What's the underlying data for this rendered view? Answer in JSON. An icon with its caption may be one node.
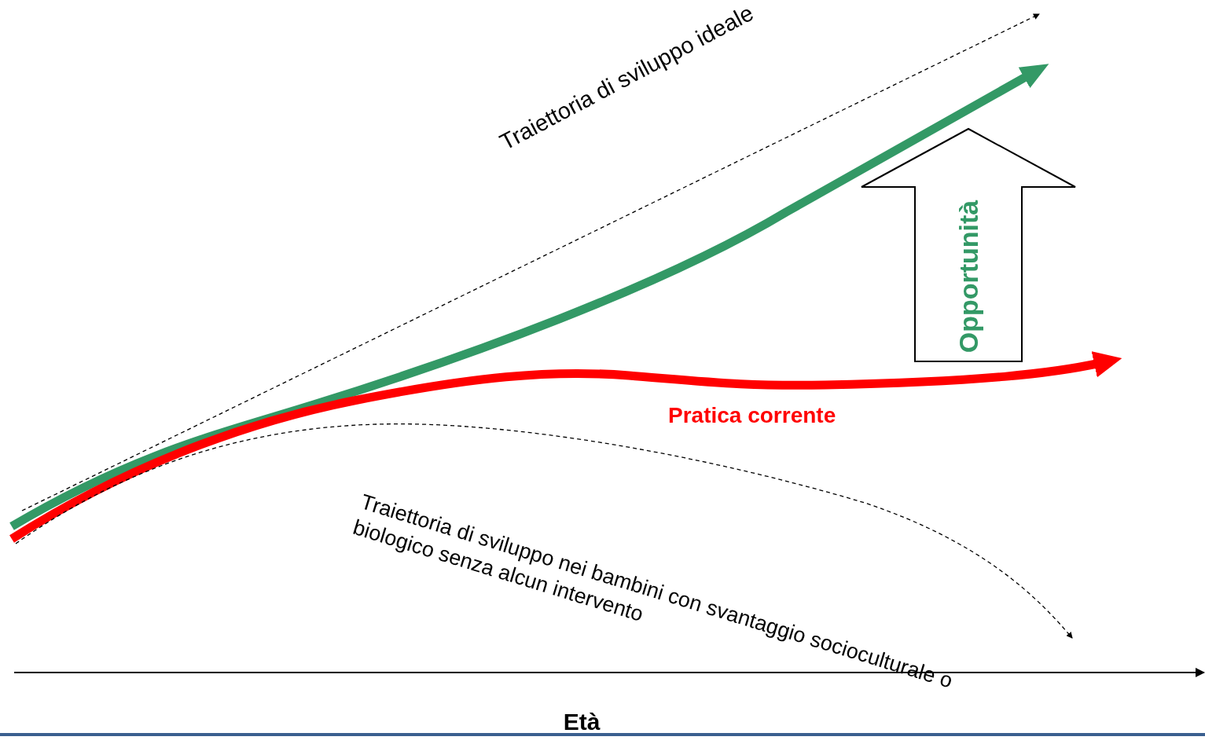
{
  "diagram": {
    "nodes": [
      {
        "text": [
          "Opportunità"
        ]
      }
    ],
    "labels": [
      "Traiettoria di sviluppo ideale",
      "Pratica corrente",
      "Traiettoria di sviluppo nei bambini con svantaggio socioculturale o biologico senza alcun intervento",
      "Età"
    ]
  }
}
